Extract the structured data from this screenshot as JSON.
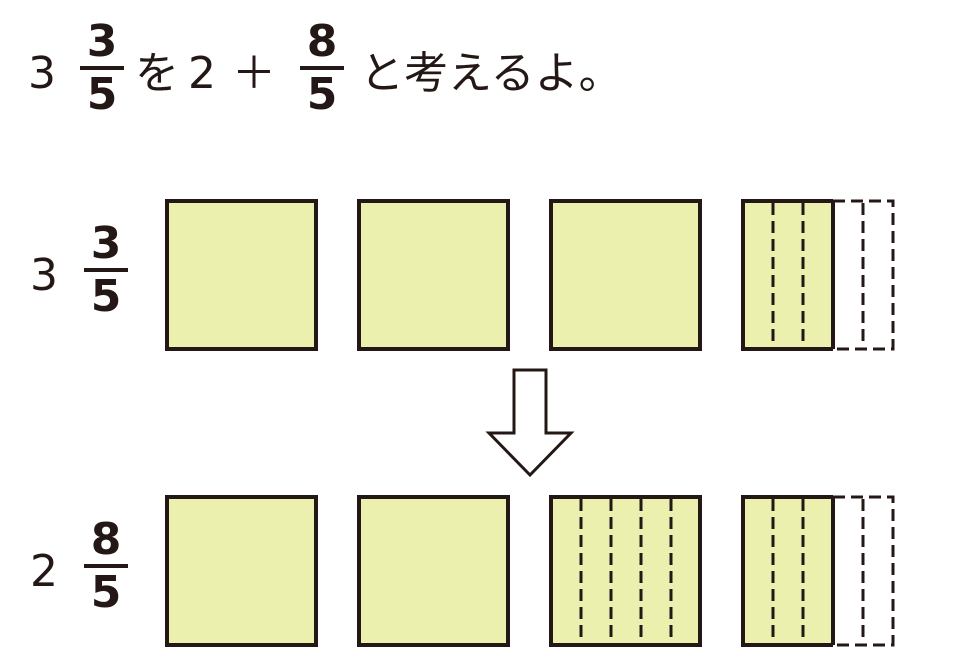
{
  "heading": {
    "whole": "3",
    "frac_num": "3",
    "frac_den": "5",
    "text_a": "を",
    "whole2": "2",
    "plus": "＋",
    "frac2_num": "8",
    "frac2_den": "5",
    "text_b": "と考えるよ。"
  },
  "row1": {
    "whole": "3",
    "num": "3",
    "den": "5"
  },
  "row2": {
    "whole": "2",
    "num": "8",
    "den": "5"
  },
  "colors": {
    "fill": "#ebf0ae",
    "stroke": "#231815"
  }
}
